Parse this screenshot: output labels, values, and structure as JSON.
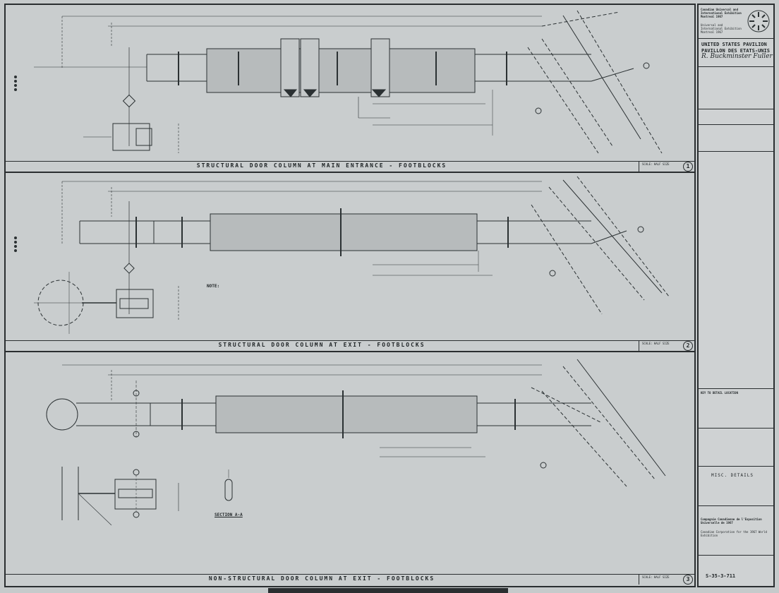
{
  "panels": [
    {
      "caption": "STRUCTURAL DOOR COLUMN AT MAIN ENTRANCE - FOOTBLOCKS",
      "scale_label": "SCALE: HALF SIZE",
      "detail_number": "1"
    },
    {
      "caption": "STRUCTURAL DOOR COLUMN AT EXIT - FOOTBLOCKS",
      "scale_label": "SCALE: HALF SIZE",
      "detail_number": "2"
    },
    {
      "caption": "NON-STRUCTURAL DOOR COLUMN AT EXIT - FOOTBLOCKS",
      "scale_label": "SCALE: HALF SIZE",
      "detail_number": "3"
    }
  ],
  "notes": {
    "section_label": "SECTION A-A",
    "note_heading": "NOTE:"
  },
  "title_block": {
    "expo_name": "Canadian Universal and International Exhibition Montreal 1967",
    "expo_name_2": "Universal and International Exhibition Montreal 1967",
    "pavilion_en": "UNITED STATES PAVILION",
    "pavilion_fr": "PAVILLON DES ETATS-UNIS",
    "signature": "R. Buckminster Fuller",
    "key_to_detail": "KEY TO DETAIL LOCATION",
    "sheet_title": "MISC. DETAILS",
    "client_fr": "Compagnie Canadienne de l'Exposition Universelle de 1967",
    "client_en": "Canadian Corporation for the 1967 World Exhibition",
    "drawing_number": "S-35-3-711"
  }
}
